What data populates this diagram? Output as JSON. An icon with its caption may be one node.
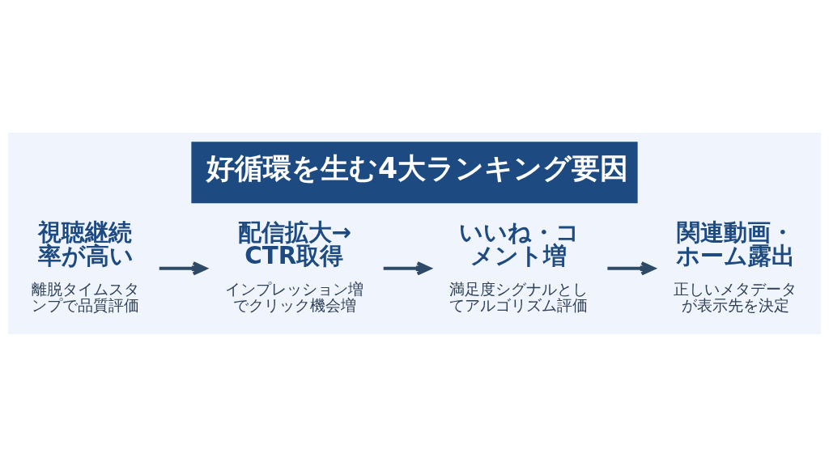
{
  "diagram": {
    "title": "好循環を生む4大ランキング要因",
    "nodes": [
      {
        "text": [
          "視聴継続率が高い",
          "離脱タイムスタンプで品質評価"
        ]
      },
      {
        "text": [
          "配信拡大→CTR取得",
          "インプレッション増でクリック機会増"
        ]
      },
      {
        "text": [
          "いいね・コメント増",
          "満足度シグナルとしてアルゴリズム評価"
        ]
      },
      {
        "text": [
          "関連動画・ホーム露出",
          "正しいメタデータが表示先を決定"
        ]
      }
    ],
    "edges": [
      {
        "from": 0,
        "to": 1,
        "arrow": "to"
      },
      {
        "from": 1,
        "to": 2,
        "arrow": "to"
      },
      {
        "from": 2,
        "to": 3,
        "arrow": "to"
      }
    ]
  }
}
